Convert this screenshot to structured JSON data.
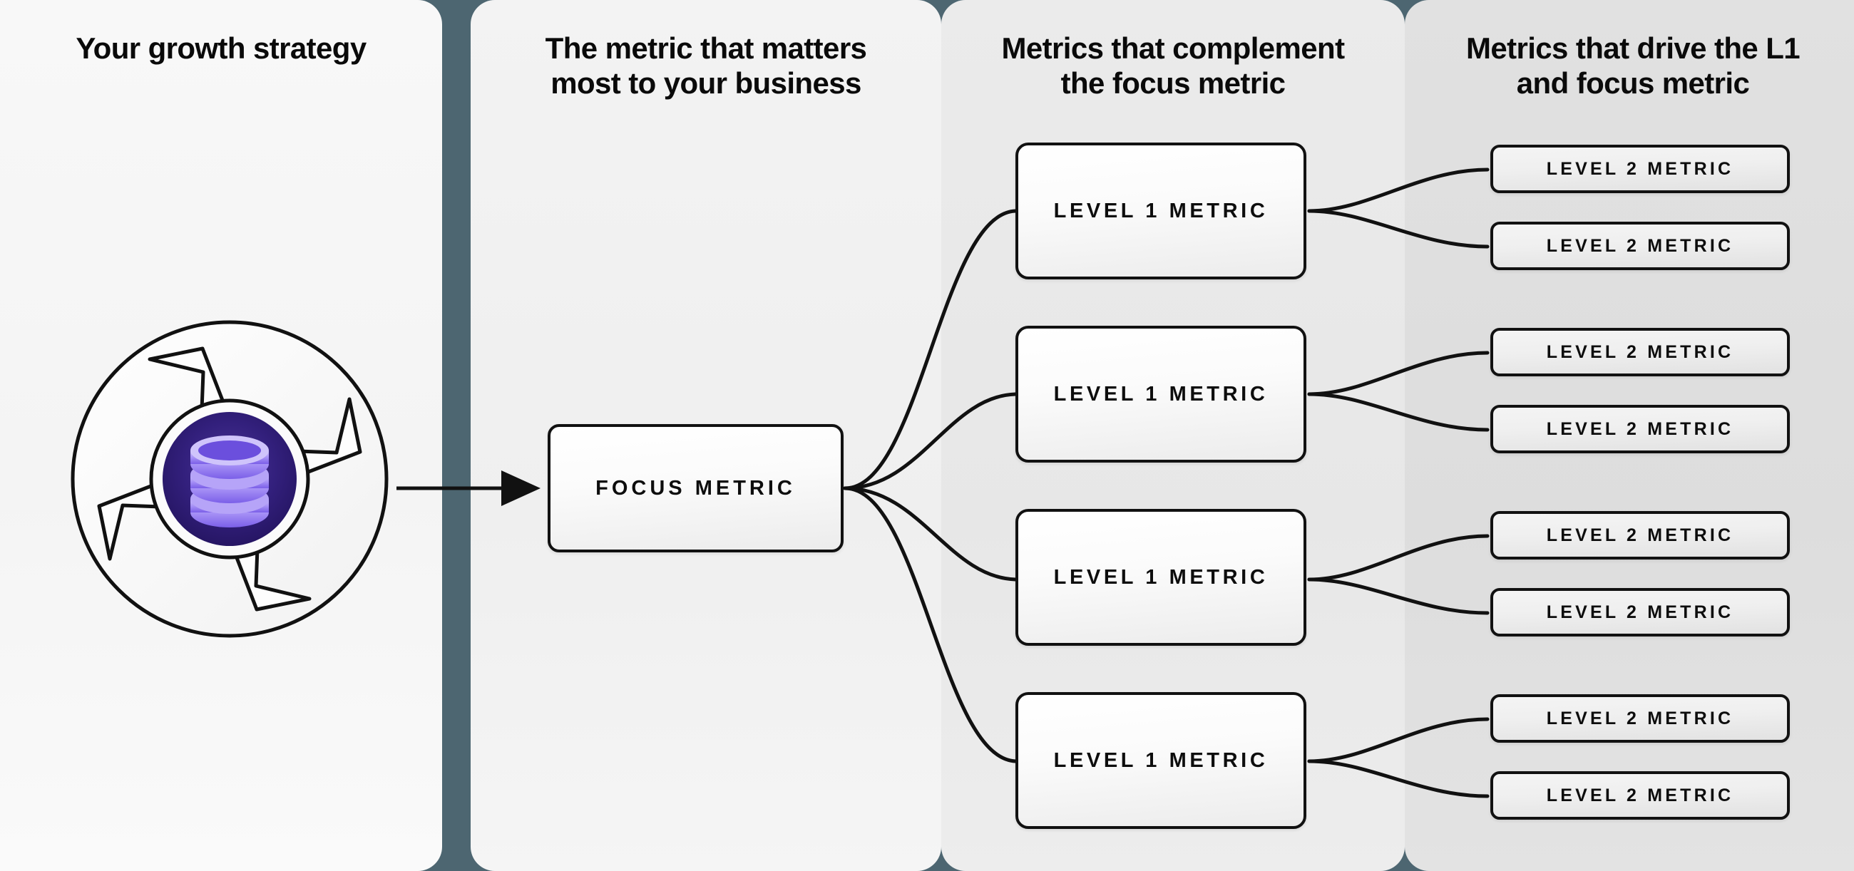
{
  "theme": {
    "divider_color": "#4d6671",
    "ink": "#111111",
    "logo_core_dark": "#2a1a6e",
    "logo_core_light": "#8b74f0",
    "logo_disc": "#c9bcf7"
  },
  "columns": [
    {
      "id": "growth-strategy",
      "heading": "Your growth strategy"
    },
    {
      "id": "focus-metric",
      "heading": "The metric that matters\nmost to your business"
    },
    {
      "id": "level-1-metrics",
      "heading": "Metrics that complement\nthe focus metric"
    },
    {
      "id": "level-2-metrics",
      "heading": "Metrics that drive the L1\nand focus metric"
    }
  ],
  "logo": {
    "name": "growth-strategy-logo",
    "icon": "database-icon"
  },
  "focus": {
    "label": "FOCUS METRIC"
  },
  "level1": [
    {
      "label": "LEVEL 1 METRIC"
    },
    {
      "label": "LEVEL 1 METRIC"
    },
    {
      "label": "LEVEL 1 METRIC"
    },
    {
      "label": "LEVEL 1 METRIC"
    }
  ],
  "level2": [
    {
      "label": "LEVEL 2 METRIC"
    },
    {
      "label": "LEVEL 2 METRIC"
    },
    {
      "label": "LEVEL 2 METRIC"
    },
    {
      "label": "LEVEL 2 METRIC"
    },
    {
      "label": "LEVEL 2 METRIC"
    },
    {
      "label": "LEVEL 2 METRIC"
    },
    {
      "label": "LEVEL 2 METRIC"
    },
    {
      "label": "LEVEL 2 METRIC"
    }
  ]
}
